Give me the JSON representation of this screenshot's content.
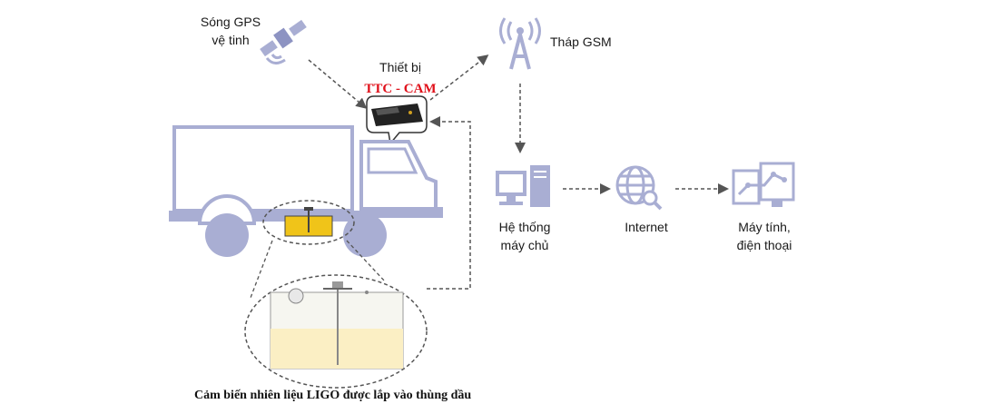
{
  "labels": {
    "gps_line1": "Sóng GPS",
    "gps_line2": "vệ tinh",
    "device_line1": "Thiết bị",
    "device_line2": "TTC - CAM",
    "gsm": "Tháp GSM",
    "server_line1": "Hệ thống",
    "server_line2": "máy chủ",
    "internet": "Internet",
    "client_line1": "Máy tính,",
    "client_line2": "điện thoại",
    "caption": "Cảm biến nhiên liệu LIGO được lắp vào thùng dầu"
  },
  "colors": {
    "icon": "#a9aed3",
    "icon_dark": "#8d93c2",
    "fuel": "#f0c419",
    "fuel_light": "#fbefc4",
    "accent_red": "#e0101a",
    "arrow": "#555555"
  },
  "icons": [
    "satellite-icon",
    "gsm-tower-icon",
    "device-icon",
    "truck-icon",
    "server-icon",
    "globe-icon",
    "monitor-chart-icon",
    "fuel-tank-icon"
  ]
}
